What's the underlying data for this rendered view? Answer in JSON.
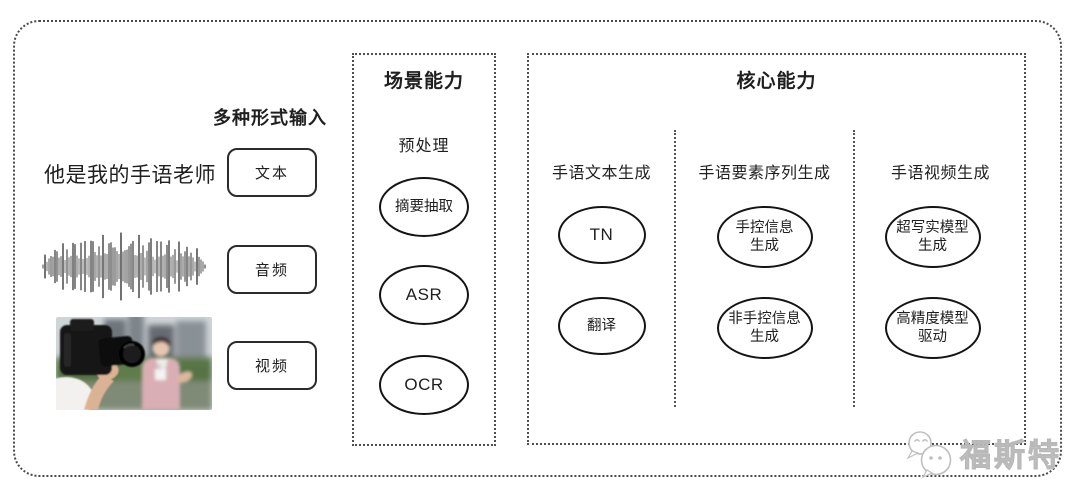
{
  "input_section": {
    "heading": "多种形式输入",
    "sample_text": "他是我的手语老师",
    "types": [
      "文本",
      "音频",
      "视频"
    ],
    "icons": [
      "audio-waveform",
      "video-thumbnail"
    ]
  },
  "scene_section": {
    "title": "场景能力",
    "subtitle": "预处理",
    "nodes": [
      "摘要抽取",
      "ASR",
      "OCR"
    ]
  },
  "core_section": {
    "title": "核心能力",
    "columns": [
      {
        "header": "手语文本生成",
        "nodes": [
          [
            "TN"
          ],
          [
            "翻译"
          ]
        ]
      },
      {
        "header": "手语要素序列生成",
        "nodes": [
          [
            "手控信息",
            "生成"
          ],
          [
            "非手控信息",
            "生成"
          ]
        ]
      },
      {
        "header": "手语视频生成",
        "nodes": [
          [
            "超写实模型",
            "生成"
          ],
          [
            "高精度模型",
            "驱动"
          ]
        ]
      }
    ]
  },
  "watermark": {
    "label": "福斯特",
    "icon": "chat-bubbles-icon"
  },
  "colors": {
    "ink": "#1f1f1f",
    "frame_dot": "#4a4a4a",
    "node_border": "#141414",
    "watermark_gray": "#c4c4c4",
    "video_pink": "#d9aeb4",
    "hedge_green": "#5e7b4c"
  }
}
